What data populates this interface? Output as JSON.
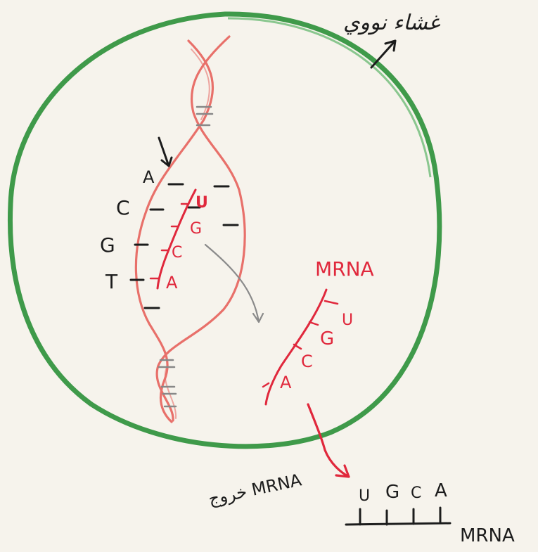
{
  "nucleus": {
    "membrane_label": "غشاء نووي",
    "membrane_color": "#3f9a4a"
  },
  "dna": {
    "color": "#e8706a",
    "template_bases": [
      "A",
      "C",
      "G",
      "T"
    ],
    "new_rna_bases": [
      "U",
      "G",
      "C",
      "A"
    ]
  },
  "mrna_inside": {
    "label": "MRNA",
    "bases": [
      "U",
      "G",
      "C",
      "A"
    ],
    "color": "#e0283c"
  },
  "exit_label": "خروج MRNA",
  "mrna_outside": {
    "label": "MRNA",
    "bases": [
      "U",
      "G",
      "C",
      "A"
    ]
  }
}
